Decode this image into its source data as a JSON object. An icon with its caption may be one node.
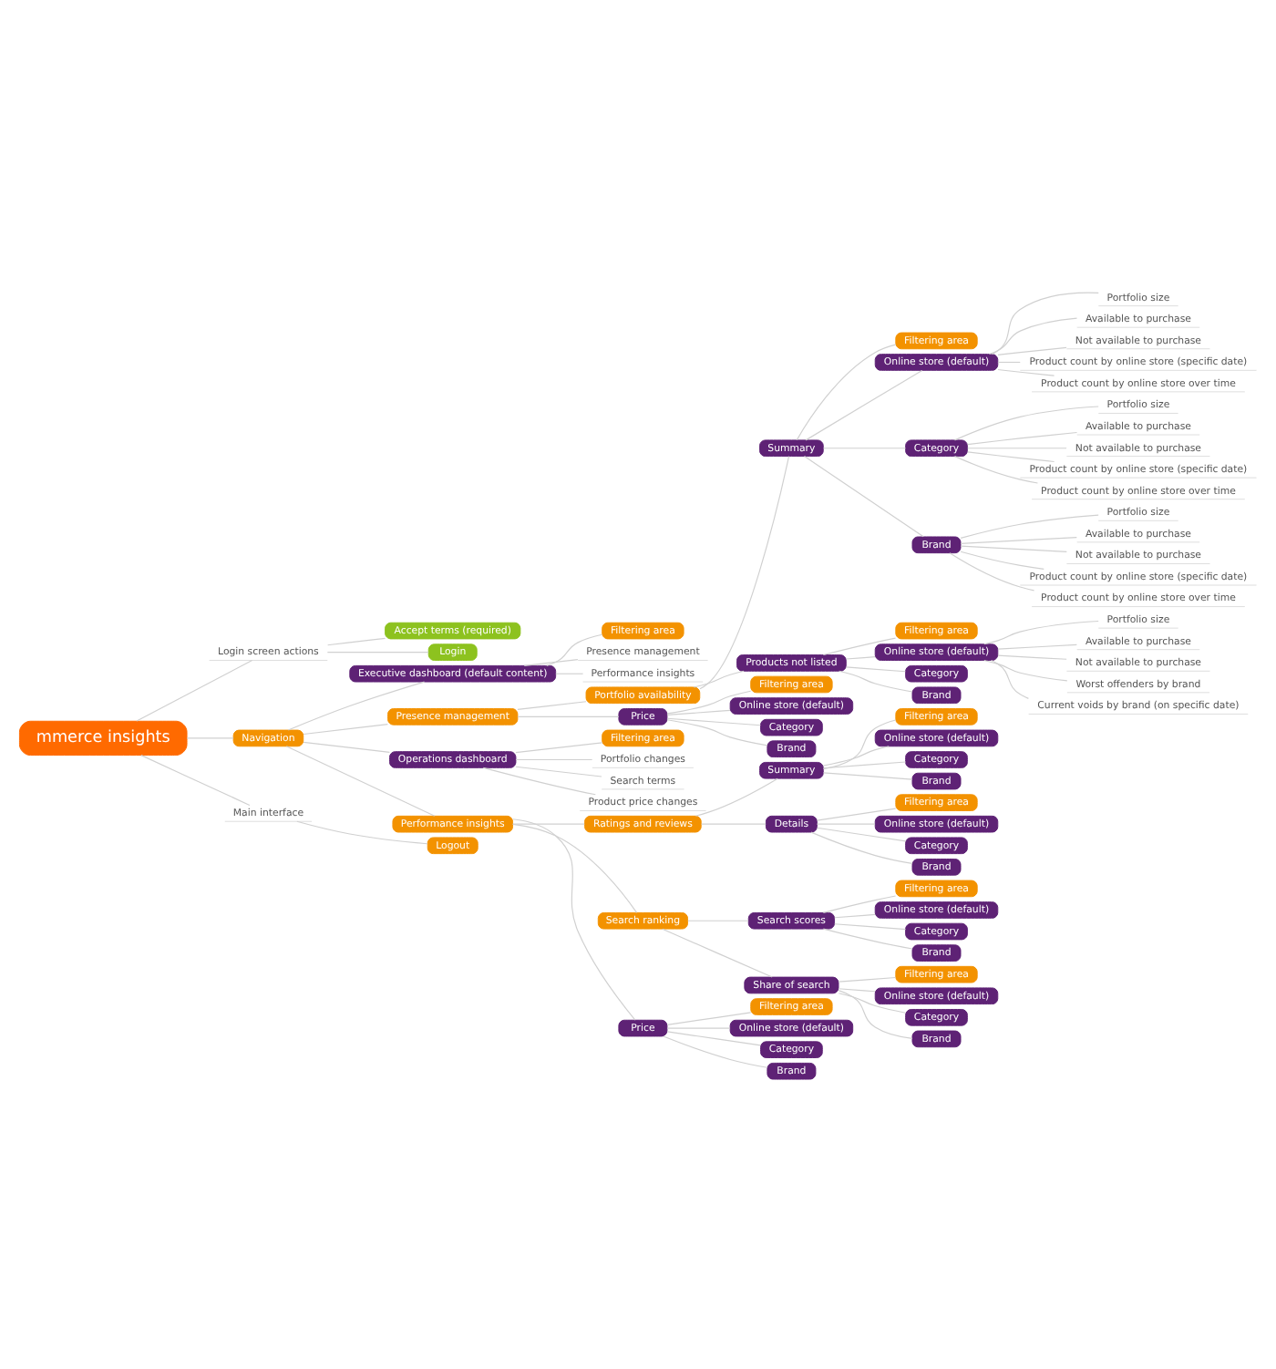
{
  "diagram": {
    "nodes": [
      {
        "text": [
          "mmerce insights"
        ]
      },
      {
        "text": [
          "Login screen actions"
        ]
      },
      {
        "text": [
          "Accept terms (required)"
        ]
      },
      {
        "text": [
          "Login"
        ]
      },
      {
        "text": [
          "Navigation"
        ]
      },
      {
        "text": [
          "Executive dashboard (default content)"
        ]
      },
      {
        "text": [
          "Filtering area"
        ]
      },
      {
        "text": [
          "Presence management"
        ]
      },
      {
        "text": [
          "Performance insights"
        ]
      },
      {
        "text": [
          "Presence management"
        ]
      },
      {
        "text": [
          "Portfolio availability"
        ]
      },
      {
        "text": [
          "Summary"
        ]
      },
      {
        "text": [
          "Filtering area"
        ]
      },
      {
        "text": [
          "Online store (default)"
        ]
      },
      {
        "text": [
          "Portfolio size"
        ]
      },
      {
        "text": [
          "Available to purchase"
        ]
      },
      {
        "text": [
          "Not available to purchase"
        ]
      },
      {
        "text": [
          "Product count by online store (specific date)"
        ]
      },
      {
        "text": [
          "Product count by online store over time"
        ]
      },
      {
        "text": [
          "Category"
        ]
      },
      {
        "text": [
          "Portfolio size"
        ]
      },
      {
        "text": [
          "Available to purchase"
        ]
      },
      {
        "text": [
          "Not available to purchase"
        ]
      },
      {
        "text": [
          "Product count by online store (specific date)"
        ]
      },
      {
        "text": [
          "Product count by online store over time"
        ]
      },
      {
        "text": [
          "Brand"
        ]
      },
      {
        "text": [
          "Portfolio size"
        ]
      },
      {
        "text": [
          "Available to purchase"
        ]
      },
      {
        "text": [
          "Not available to purchase"
        ]
      },
      {
        "text": [
          "Product count by online store (specific date)"
        ]
      },
      {
        "text": [
          "Product count by online store over time"
        ]
      },
      {
        "text": [
          "Products not listed"
        ]
      },
      {
        "text": [
          "Filtering area"
        ]
      },
      {
        "text": [
          "Online store (default)"
        ]
      },
      {
        "text": [
          "Portfolio size"
        ]
      },
      {
        "text": [
          "Available to purchase"
        ]
      },
      {
        "text": [
          "Not available to purchase"
        ]
      },
      {
        "text": [
          "Worst offenders by brand"
        ]
      },
      {
        "text": [
          "Current voids by brand (on specific date)"
        ]
      },
      {
        "text": [
          "Category"
        ]
      },
      {
        "text": [
          "Brand"
        ]
      },
      {
        "text": [
          "Price"
        ]
      },
      {
        "text": [
          "Filtering area"
        ]
      },
      {
        "text": [
          "Online store (default)"
        ]
      },
      {
        "text": [
          "Category"
        ]
      },
      {
        "text": [
          "Brand"
        ]
      },
      {
        "text": [
          "Operations dashboard"
        ]
      },
      {
        "text": [
          "Filtering area"
        ]
      },
      {
        "text": [
          "Portfolio changes"
        ]
      },
      {
        "text": [
          "Search terms"
        ]
      },
      {
        "text": [
          "Product price changes"
        ]
      },
      {
        "text": [
          "Performance insights"
        ]
      },
      {
        "text": [
          "Ratings and reviews"
        ]
      },
      {
        "text": [
          "Summary"
        ]
      },
      {
        "text": [
          "Filtering area"
        ]
      },
      {
        "text": [
          "Online store (default)"
        ]
      },
      {
        "text": [
          "Category"
        ]
      },
      {
        "text": [
          "Brand"
        ]
      },
      {
        "text": [
          "Details"
        ]
      },
      {
        "text": [
          "Filtering area"
        ]
      },
      {
        "text": [
          "Online store (default)"
        ]
      },
      {
        "text": [
          "Category"
        ]
      },
      {
        "text": [
          "Brand"
        ]
      },
      {
        "text": [
          "Search ranking"
        ]
      },
      {
        "text": [
          "Search scores"
        ]
      },
      {
        "text": [
          "Filtering area"
        ]
      },
      {
        "text": [
          "Online store (default)"
        ]
      },
      {
        "text": [
          "Category"
        ]
      },
      {
        "text": [
          "Brand"
        ]
      },
      {
        "text": [
          "Share of search"
        ]
      },
      {
        "text": [
          "Filtering area"
        ]
      },
      {
        "text": [
          "Online store (default)"
        ]
      },
      {
        "text": [
          "Category"
        ]
      },
      {
        "text": [
          "Brand"
        ]
      },
      {
        "text": [
          "Price"
        ]
      },
      {
        "text": [
          "Filtering area"
        ]
      },
      {
        "text": [
          "Online store (default)"
        ]
      },
      {
        "text": [
          "Category"
        ]
      },
      {
        "text": [
          "Brand"
        ]
      },
      {
        "text": [
          "Main interface"
        ]
      },
      {
        "text": [
          "Logout"
        ]
      }
    ],
    "edges": [
      {
        "from": 0,
        "to": 1,
        "arrow": "none"
      },
      {
        "from": 1,
        "to": 2,
        "arrow": "none"
      },
      {
        "from": 1,
        "to": 3,
        "arrow": "none"
      },
      {
        "from": 0,
        "to": 4,
        "arrow": "none"
      },
      {
        "from": 4,
        "to": 5,
        "arrow": "none"
      },
      {
        "from": 5,
        "to": 6,
        "arrow": "none"
      },
      {
        "from": 5,
        "to": 7,
        "arrow": "none"
      },
      {
        "from": 5,
        "to": 8,
        "arrow": "none"
      },
      {
        "from": 4,
        "to": 9,
        "arrow": "none"
      },
      {
        "from": 9,
        "to": 10,
        "arrow": "none"
      },
      {
        "from": 10,
        "to": 11,
        "arrow": "none"
      },
      {
        "from": 11,
        "to": 12,
        "arrow": "none"
      },
      {
        "from": 11,
        "to": 13,
        "arrow": "none"
      },
      {
        "from": 13,
        "to": 14,
        "arrow": "none"
      },
      {
        "from": 13,
        "to": 15,
        "arrow": "none"
      },
      {
        "from": 13,
        "to": 16,
        "arrow": "none"
      },
      {
        "from": 13,
        "to": 17,
        "arrow": "none"
      },
      {
        "from": 13,
        "to": 18,
        "arrow": "none"
      },
      {
        "from": 11,
        "to": 19,
        "arrow": "none"
      },
      {
        "from": 19,
        "to": 20,
        "arrow": "none"
      },
      {
        "from": 19,
        "to": 21,
        "arrow": "none"
      },
      {
        "from": 19,
        "to": 22,
        "arrow": "none"
      },
      {
        "from": 19,
        "to": 23,
        "arrow": "none"
      },
      {
        "from": 19,
        "to": 24,
        "arrow": "none"
      },
      {
        "from": 11,
        "to": 25,
        "arrow": "none"
      },
      {
        "from": 25,
        "to": 26,
        "arrow": "none"
      },
      {
        "from": 25,
        "to": 27,
        "arrow": "none"
      },
      {
        "from": 25,
        "to": 28,
        "arrow": "none"
      },
      {
        "from": 25,
        "to": 29,
        "arrow": "none"
      },
      {
        "from": 25,
        "to": 30,
        "arrow": "none"
      },
      {
        "from": 10,
        "to": 31,
        "arrow": "none"
      },
      {
        "from": 31,
        "to": 32,
        "arrow": "none"
      },
      {
        "from": 31,
        "to": 33,
        "arrow": "none"
      },
      {
        "from": 33,
        "to": 34,
        "arrow": "none"
      },
      {
        "from": 33,
        "to": 35,
        "arrow": "none"
      },
      {
        "from": 33,
        "to": 36,
        "arrow": "none"
      },
      {
        "from": 33,
        "to": 37,
        "arrow": "none"
      },
      {
        "from": 33,
        "to": 38,
        "arrow": "none"
      },
      {
        "from": 31,
        "to": 39,
        "arrow": "none"
      },
      {
        "from": 31,
        "to": 40,
        "arrow": "none"
      },
      {
        "from": 9,
        "to": 41,
        "arrow": "none"
      },
      {
        "from": 41,
        "to": 42,
        "arrow": "none"
      },
      {
        "from": 41,
        "to": 43,
        "arrow": "none"
      },
      {
        "from": 41,
        "to": 44,
        "arrow": "none"
      },
      {
        "from": 41,
        "to": 45,
        "arrow": "none"
      },
      {
        "from": 4,
        "to": 46,
        "arrow": "none"
      },
      {
        "from": 46,
        "to": 47,
        "arrow": "none"
      },
      {
        "from": 46,
        "to": 48,
        "arrow": "none"
      },
      {
        "from": 46,
        "to": 49,
        "arrow": "none"
      },
      {
        "from": 46,
        "to": 50,
        "arrow": "none"
      },
      {
        "from": 4,
        "to": 51,
        "arrow": "none"
      },
      {
        "from": 51,
        "to": 52,
        "arrow": "none"
      },
      {
        "from": 52,
        "to": 53,
        "arrow": "none"
      },
      {
        "from": 53,
        "to": 54,
        "arrow": "none"
      },
      {
        "from": 53,
        "to": 55,
        "arrow": "none"
      },
      {
        "from": 53,
        "to": 56,
        "arrow": "none"
      },
      {
        "from": 53,
        "to": 57,
        "arrow": "none"
      },
      {
        "from": 52,
        "to": 58,
        "arrow": "none"
      },
      {
        "from": 58,
        "to": 59,
        "arrow": "none"
      },
      {
        "from": 58,
        "to": 60,
        "arrow": "none"
      },
      {
        "from": 58,
        "to": 61,
        "arrow": "none"
      },
      {
        "from": 58,
        "to": 62,
        "arrow": "none"
      },
      {
        "from": 51,
        "to": 63,
        "arrow": "none"
      },
      {
        "from": 63,
        "to": 64,
        "arrow": "none"
      },
      {
        "from": 64,
        "to": 65,
        "arrow": "none"
      },
      {
        "from": 64,
        "to": 66,
        "arrow": "none"
      },
      {
        "from": 64,
        "to": 67,
        "arrow": "none"
      },
      {
        "from": 64,
        "to": 68,
        "arrow": "none"
      },
      {
        "from": 63,
        "to": 69,
        "arrow": "none"
      },
      {
        "from": 69,
        "to": 70,
        "arrow": "none"
      },
      {
        "from": 69,
        "to": 71,
        "arrow": "none"
      },
      {
        "from": 69,
        "to": 72,
        "arrow": "none"
      },
      {
        "from": 69,
        "to": 73,
        "arrow": "none"
      },
      {
        "from": 51,
        "to": 74,
        "arrow": "none"
      },
      {
        "from": 74,
        "to": 75,
        "arrow": "none"
      },
      {
        "from": 74,
        "to": 76,
        "arrow": "none"
      },
      {
        "from": 74,
        "to": 77,
        "arrow": "none"
      },
      {
        "from": 74,
        "to": 78,
        "arrow": "none"
      },
      {
        "from": 0,
        "to": 79,
        "arrow": "none"
      },
      {
        "from": 79,
        "to": 80,
        "arrow": "none"
      }
    ]
  }
}
